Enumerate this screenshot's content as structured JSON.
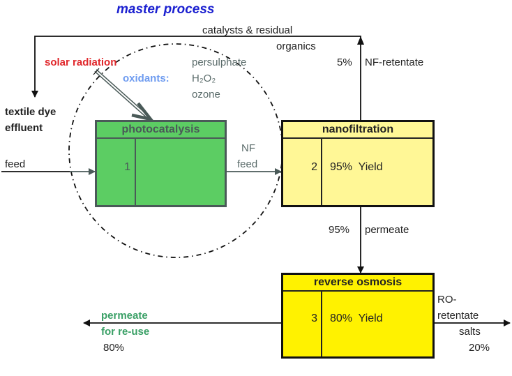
{
  "title": "master process",
  "recycle_label_line1": "catalysts &  residual",
  "recycle_label_line2": "organics",
  "solar_label": "solar radiation",
  "oxidants_label": "oxidants:",
  "oxidants": [
    "persulphate",
    "H₂O₂",
    "ozone"
  ],
  "input_label_line1": "textile dye",
  "input_label_line2": "effluent",
  "feed_label": "feed",
  "nf_feed_line1": "NF",
  "nf_feed_line2": "feed",
  "nf_retentate": {
    "percent": "5%",
    "label": "NF-retentate"
  },
  "nf_permeate": {
    "percent": "95%",
    "label": "permeate"
  },
  "units": [
    {
      "name": "photocatalysis",
      "number": "1",
      "value": "",
      "fill": "#5ccd63",
      "border": "#4a5a58",
      "text": "#4a5a58"
    },
    {
      "name": "nanofiltration",
      "number": "2",
      "value": "95%  Yield",
      "fill": "#fff796",
      "border": "#111111",
      "text": "#222222"
    },
    {
      "name": "reverse osmosis",
      "number": "3",
      "value": "80%  Yield",
      "fill": "#fff200",
      "border": "#111111",
      "text": "#222222"
    }
  ],
  "ro_permeate": {
    "line1": "permeate",
    "line2": "for re-use",
    "percent": "80%"
  },
  "ro_retentate": {
    "line1": "RO-",
    "line2": "retentate",
    "line3": "salts",
    "percent": "20%"
  }
}
